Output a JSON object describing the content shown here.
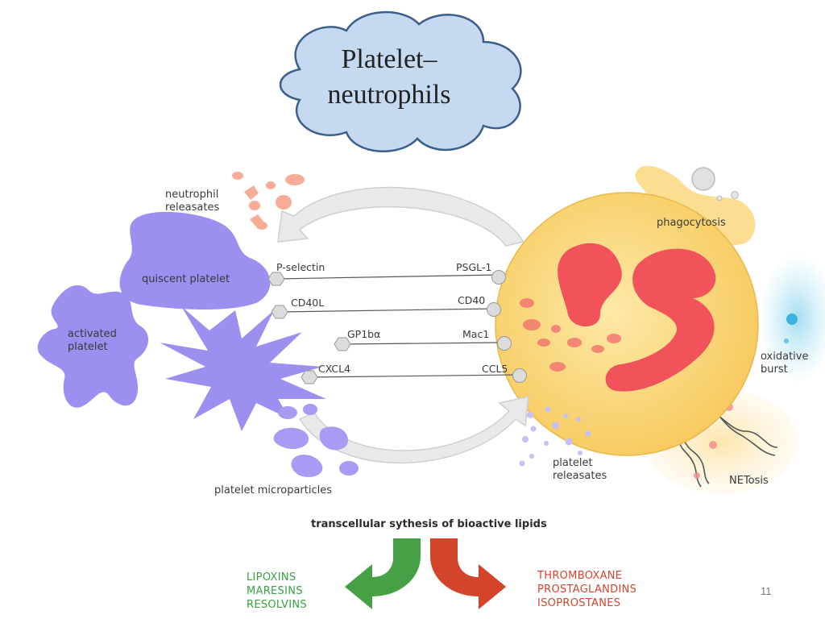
{
  "title": "Platelet–\nneutrophils",
  "title_line1": "Platelet–",
  "title_line2": "neutrophils",
  "labels": {
    "neutrophil_releasates_1": "neutrophil",
    "neutrophil_releasates_2": "releasates",
    "quiscent_platelet": "quiscent platelet",
    "activated_platelet_1": "activated",
    "activated_platelet_2": "platelet",
    "platelet_microparticles": "platelet microparticles",
    "phagocytosis": "phagocytosis",
    "oxidative_burst_1": "oxidative",
    "oxidative_burst_2": "burst",
    "netosis": "NETosis",
    "platelet_releasates_1": "platelet",
    "platelet_releasates_2": "releasates"
  },
  "receptor_pairs": [
    {
      "platelet": "P-selectin",
      "neutrophil": "PSGL-1"
    },
    {
      "platelet": "CD40L",
      "neutrophil": "CD40"
    },
    {
      "platelet": "GP1bα",
      "neutrophil": "Mac1"
    },
    {
      "platelet": "CXCL4",
      "neutrophil": "CCL5"
    }
  ],
  "lipids_title": "transcellular sythesis of bioactive lipids",
  "lipids_green": [
    "LIPOXINS",
    "MARESINS",
    "RESOLVINS"
  ],
  "lipids_red": [
    "THROMBOXANE",
    "PROSTAGLANDINS",
    "ISOPROSTANES"
  ],
  "page_number": "11",
  "colors": {
    "cloud_fill": "#c5d9f1",
    "platelet": "#9b8ff0",
    "neutrophil_cell": "#fbd77f",
    "nucleus": "#f0535a",
    "green_arrow": "#45a046",
    "red_arrow": "#d2452b",
    "oxidative_burst": "#8ed3e8"
  },
  "icons": [
    "cloud-shape",
    "neutrophil-cell",
    "platelet-shape",
    "dna-helix",
    "curved-arrow"
  ]
}
